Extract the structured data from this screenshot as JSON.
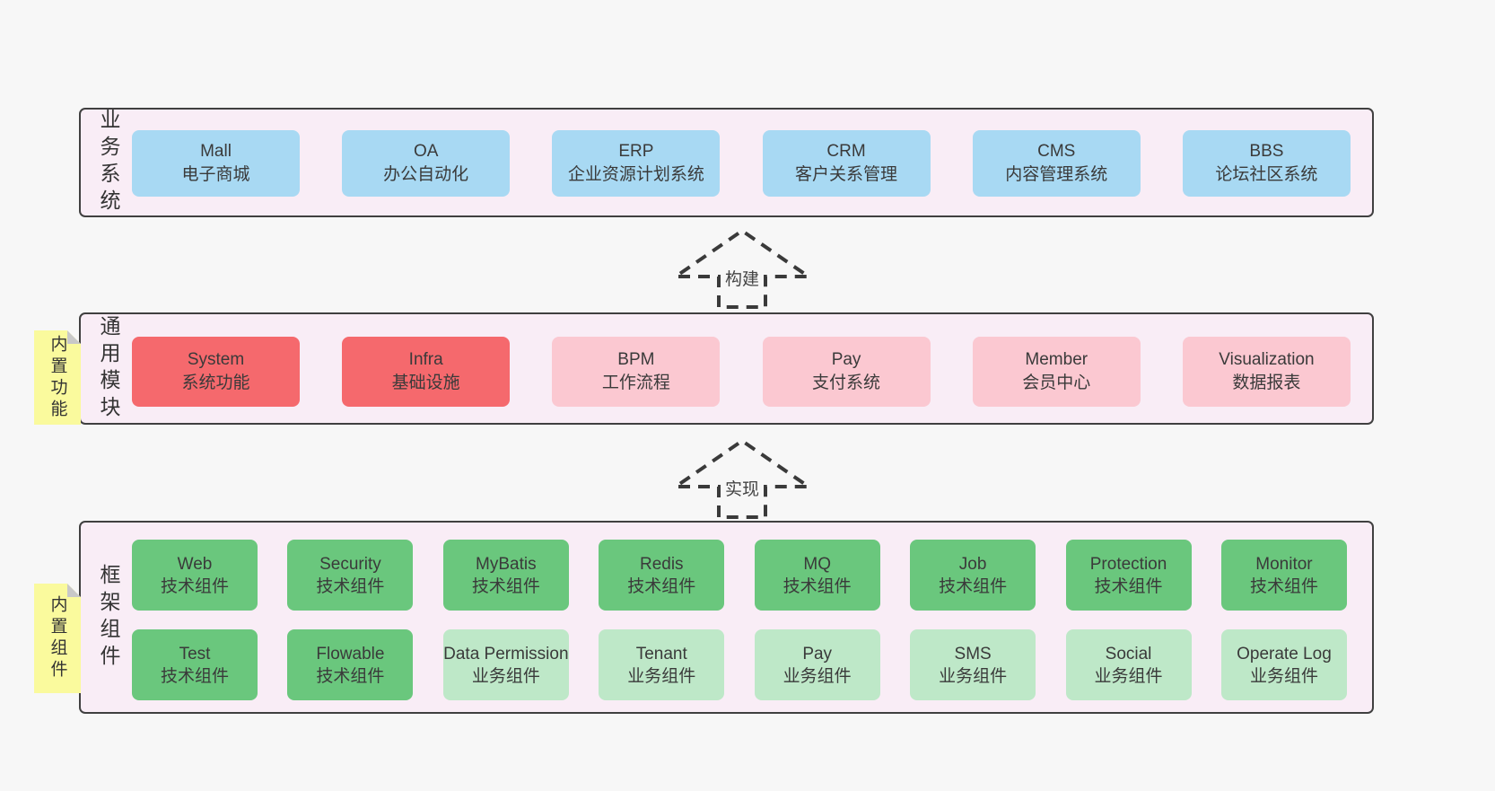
{
  "colors": {
    "page_bg": "#f7f7f7",
    "container_bg": "#f9edf6",
    "container_border": "#404040",
    "blue_box": "#a8d9f3",
    "red_box": "#f5696d",
    "pink_box": "#fbc8d1",
    "green_box": "#6ac77d",
    "light_green_box": "#bee8c8",
    "sticky_note": "#fafa9d",
    "sticky_fold": "#c8c8c8",
    "text": "#3a3a3a"
  },
  "arrows": [
    {
      "label": "构建"
    },
    {
      "label": "实现"
    }
  ],
  "layers": [
    {
      "id": "business",
      "label": "业务系统",
      "sticky": null,
      "rows": [
        [
          {
            "title": "Mall",
            "subtitle": "电子商城",
            "variant": "blue"
          },
          {
            "title": "OA",
            "subtitle": "办公自动化",
            "variant": "blue"
          },
          {
            "title": "ERP",
            "subtitle": "企业资源计划系统",
            "variant": "blue"
          },
          {
            "title": "CRM",
            "subtitle": "客户关系管理",
            "variant": "blue"
          },
          {
            "title": "CMS",
            "subtitle": "内容管理系统",
            "variant": "blue"
          },
          {
            "title": "BBS",
            "subtitle": "论坛社区系统",
            "variant": "blue"
          }
        ]
      ]
    },
    {
      "id": "modules",
      "label": "通用模块",
      "sticky": "内置功能",
      "rows": [
        [
          {
            "title": "System",
            "subtitle": "系统功能",
            "variant": "red"
          },
          {
            "title": "Infra",
            "subtitle": "基础设施",
            "variant": "red"
          },
          {
            "title": "BPM",
            "subtitle": "工作流程",
            "variant": "pink"
          },
          {
            "title": "Pay",
            "subtitle": "支付系统",
            "variant": "pink"
          },
          {
            "title": "Member",
            "subtitle": "会员中心",
            "variant": "pink"
          },
          {
            "title": "Visualization",
            "subtitle": "数据报表",
            "variant": "pink"
          }
        ]
      ]
    },
    {
      "id": "components",
      "label": "框架组件",
      "sticky": "内置组件",
      "rows": [
        [
          {
            "title": "Web",
            "subtitle": "技术组件",
            "variant": "green"
          },
          {
            "title": "Security",
            "subtitle": "技术组件",
            "variant": "green"
          },
          {
            "title": "MyBatis",
            "subtitle": "技术组件",
            "variant": "green"
          },
          {
            "title": "Redis",
            "subtitle": "技术组件",
            "variant": "green"
          },
          {
            "title": "MQ",
            "subtitle": "技术组件",
            "variant": "green"
          },
          {
            "title": "Job",
            "subtitle": "技术组件",
            "variant": "green"
          },
          {
            "title": "Protection",
            "subtitle": "技术组件",
            "variant": "green"
          },
          {
            "title": "Monitor",
            "subtitle": "技术组件",
            "variant": "green"
          }
        ],
        [
          {
            "title": "Test",
            "subtitle": "技术组件",
            "variant": "green"
          },
          {
            "title": "Flowable",
            "subtitle": "技术组件",
            "variant": "green"
          },
          {
            "title": "Data Permission",
            "subtitle": "业务组件",
            "variant": "green-light"
          },
          {
            "title": "Tenant",
            "subtitle": "业务组件",
            "variant": "green-light"
          },
          {
            "title": "Pay",
            "subtitle": "业务组件",
            "variant": "green-light"
          },
          {
            "title": "SMS",
            "subtitle": "业务组件",
            "variant": "green-light"
          },
          {
            "title": "Social",
            "subtitle": "业务组件",
            "variant": "green-light"
          },
          {
            "title": "Operate Log",
            "subtitle": "业务组件",
            "variant": "green-light"
          }
        ]
      ]
    }
  ]
}
